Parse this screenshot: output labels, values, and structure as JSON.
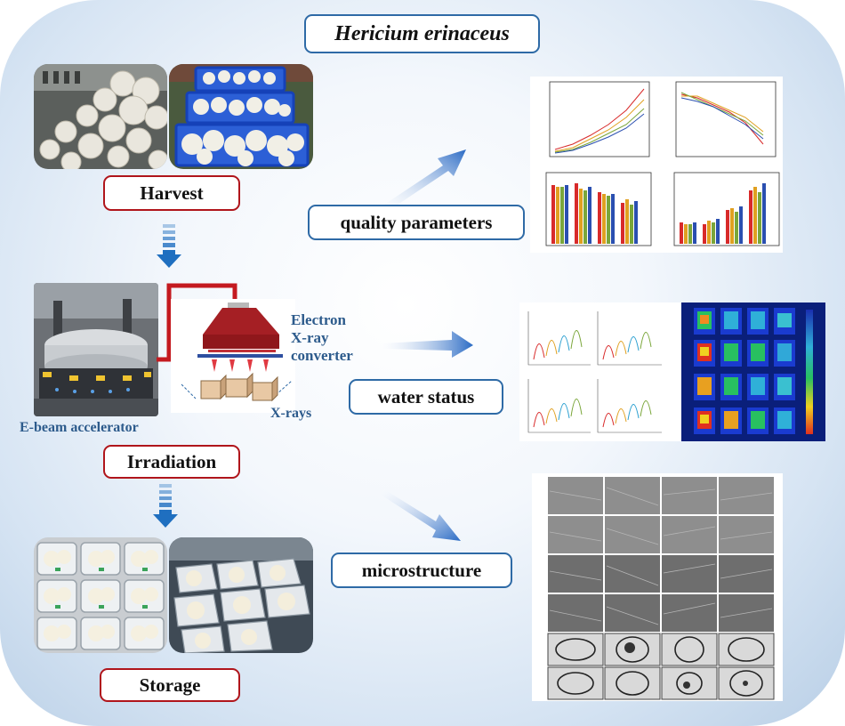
{
  "title": "Hericium erinaceus",
  "steps": {
    "harvest": "Harvest",
    "irradiation": "Irradiation",
    "storage": "Storage"
  },
  "accelerator": {
    "caption": "E-beam accelerator",
    "electron": "Electron",
    "converter_line1": "X-ray",
    "converter_line2": "converter",
    "xrays": "X-rays"
  },
  "outcomes": {
    "quality": "quality parameters",
    "water": "water status",
    "micro": "microstructure"
  },
  "colors": {
    "accent_blue": "#2e6aa6",
    "accent_red": "#b0151b",
    "arrow_blue": "#1f6fc0"
  }
}
